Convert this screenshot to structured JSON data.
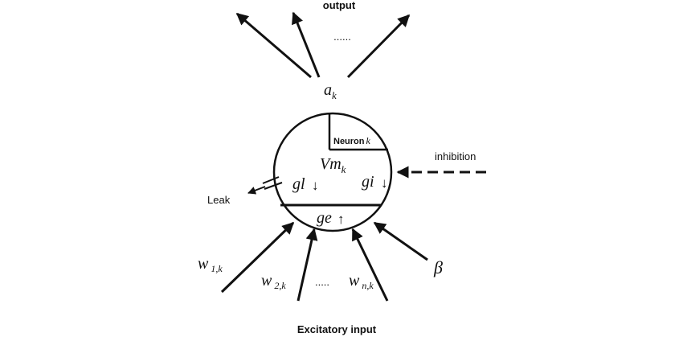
{
  "labels": {
    "output": "output",
    "output_dots": "......",
    "activation_main": "a",
    "activation_sub": "k",
    "neuron_main": "Neuron",
    "neuron_sub": "k",
    "vm_main": "Vm",
    "vm_sub": "k",
    "gl": "gl",
    "gi": "gi",
    "ge": "ge",
    "arrow_down": "↓",
    "arrow_up": "↑",
    "inhibition": "inhibition",
    "leak": "Leak",
    "w1_main": "w",
    "w1_sub": "1,k",
    "w2_main": "w",
    "w2_sub": "2,k",
    "input_dots": ".....",
    "wn_main": "w",
    "wn_sub": "n,k",
    "beta": "β",
    "excitatory_input": "Excitatory input"
  }
}
